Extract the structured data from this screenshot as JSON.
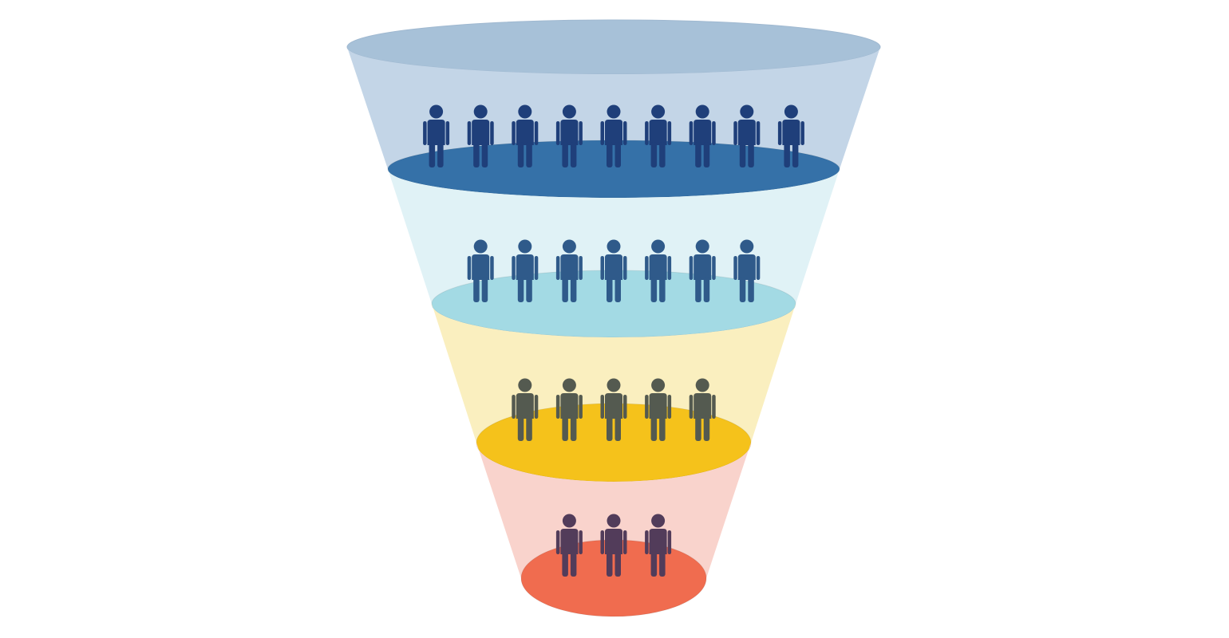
{
  "funnel": {
    "rim_color": "#a7c1d8",
    "stages": [
      {
        "people": 9,
        "band_color": "#c3d5e7",
        "disc_color": "#3571a8",
        "person_color": "#1f3f7a"
      },
      {
        "people": 7,
        "band_color": "#e0f2f6",
        "disc_color": "#a3dae4",
        "person_color": "#2f5a8a"
      },
      {
        "people": 5,
        "band_color": "#faefbf",
        "disc_color": "#f5c21b",
        "person_color": "#545a50"
      },
      {
        "people": 3,
        "band_color": "#f9d3cc",
        "disc_color": "#f06c4f",
        "person_color": "#523c5a"
      }
    ]
  }
}
